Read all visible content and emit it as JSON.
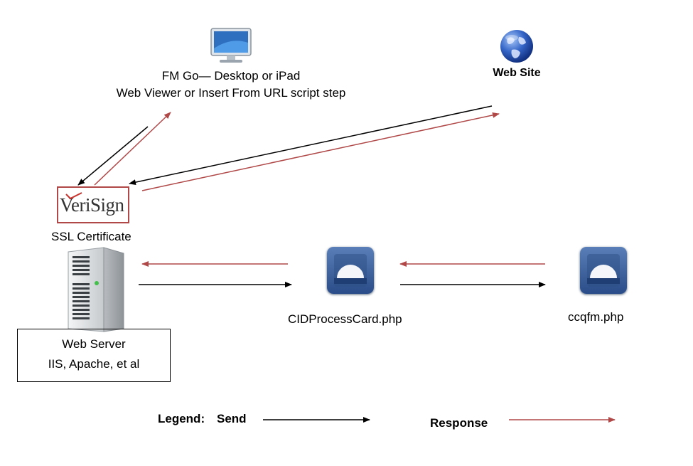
{
  "nodes": {
    "fm_go": {
      "line1": "FM Go— Desktop or iPad",
      "line2": "Web Viewer or Insert From URL script step",
      "icon": "monitor-icon"
    },
    "web_site": {
      "label": "Web Site",
      "icon": "globe-icon"
    },
    "verisign": {
      "logo_text": "VeriSign",
      "caption": "SSL Certificate"
    },
    "web_server": {
      "line1": "Web Server",
      "line2": "IIS, Apache, et al",
      "icon": "server-icon"
    },
    "cid_process": {
      "label": "CIDProcessCard.php",
      "icon": "lock-icon"
    },
    "ccqfm": {
      "label": "ccqfm.php",
      "icon": "lock-icon"
    }
  },
  "legend": {
    "title": "Legend:",
    "send_label": "Send",
    "response_label": "Response"
  },
  "colors": {
    "send": "#000000",
    "response": "#b04848"
  }
}
